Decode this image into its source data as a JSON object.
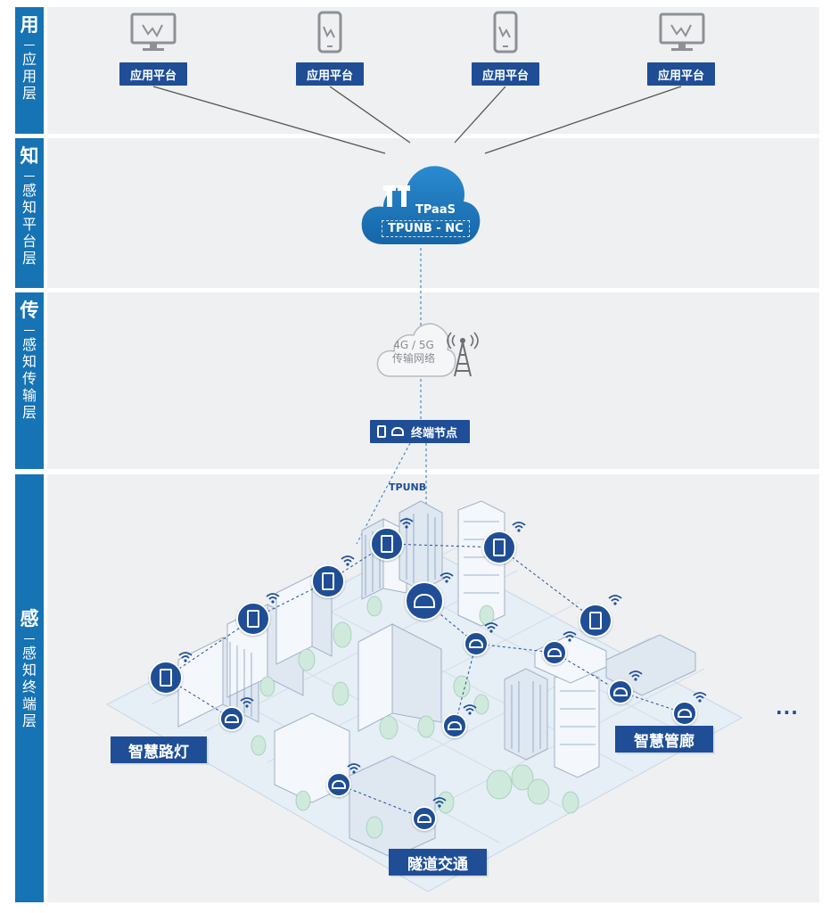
{
  "layers": [
    {
      "big": "用",
      "small": "应用层"
    },
    {
      "big": "知",
      "small": "感知平台层"
    },
    {
      "big": "传",
      "small": "感知传输层"
    },
    {
      "big": "感",
      "small": "感知终端层"
    }
  ],
  "app_layer": {
    "platforms": [
      {
        "label": "应用平台",
        "icon": "monitor-icon"
      },
      {
        "label": "应用平台",
        "icon": "phone-icon"
      },
      {
        "label": "应用平台",
        "icon": "phone-icon"
      },
      {
        "label": "应用平台",
        "icon": "monitor-icon"
      }
    ]
  },
  "platform_layer": {
    "cloud_title": "TPaaS",
    "cloud_subtitle": "TPUNB - NC",
    "logo": "tp-logo-icon"
  },
  "transport_layer": {
    "network_line1": "4G / 5G",
    "network_line2": "传输网络",
    "node_label": "终端节点",
    "network_icon": "cell-tower-icon"
  },
  "terminal_layer": {
    "protocol_label": "TPUNB",
    "scenes": [
      {
        "label": "智慧路灯"
      },
      {
        "label": "智慧管廊"
      },
      {
        "label": "隧道交通"
      }
    ],
    "more": "..."
  },
  "colors": {
    "accent": "#1673b4",
    "tag": "#1f4e96",
    "cloud": "#1a7cc4",
    "band": "#eff0f2"
  }
}
